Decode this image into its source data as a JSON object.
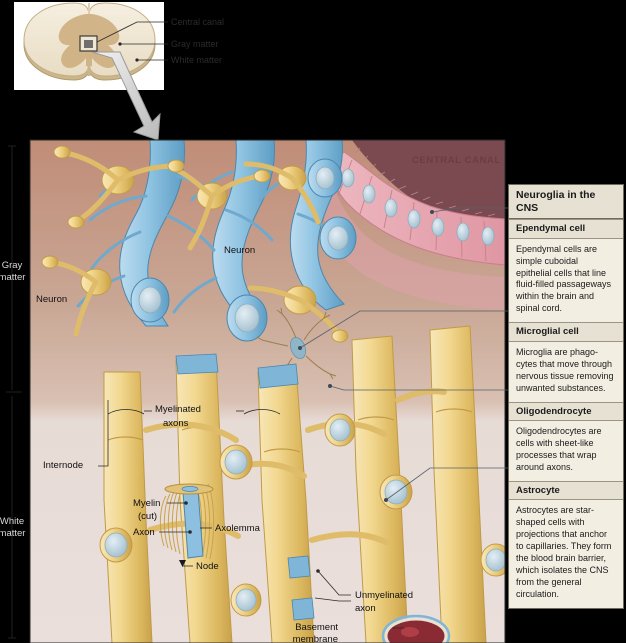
{
  "figure": {
    "background_color": "#000000",
    "title_caps": "CENTRAL CANAL"
  },
  "inset": {
    "name": "spinal-cord-cross-section",
    "labels": [
      {
        "text": "Central canal"
      },
      {
        "text": "Gray matter"
      },
      {
        "text": "White matter"
      }
    ]
  },
  "side_brackets": [
    {
      "line1": "Gray",
      "line2": "matter"
    },
    {
      "line1": "White",
      "line2": "matter"
    }
  ],
  "main_labels": {
    "central_canal": "CENTRAL CANAL",
    "neuron_1": "Neuron",
    "neuron_2": "Neuron",
    "myelinated_axons_l1": "Myelinated",
    "myelinated_axons_l2": "axons",
    "internode": "Internode",
    "myelin_l1": "Myelin",
    "myelin_l2": "(cut)",
    "axon": "Axon",
    "axolemma": "Axolemma",
    "node": "Node",
    "unmyelinated_l1": "Unmyelinated",
    "unmyelinated_l2": "axon",
    "basement_l1": "Basement",
    "basement_l2": "membrane"
  },
  "legend": {
    "title": "Neuroglia in the CNS",
    "sections": [
      {
        "heading": "Ependymal cell",
        "body": "Ependymal cells are simple cuboidal epithelial cells that line fluid-filled passageways within the brain and spinal cord."
      },
      {
        "heading": "Microglial cell",
        "body": "Microglia are phago-cytes that move through nervous tissue removing unwanted substances."
      },
      {
        "heading": "Oligodendrocyte",
        "body": "Oligodendrocytes are cells with sheet-like processes that wrap around axons."
      },
      {
        "heading": "Astrocyte",
        "body": "Astrocytes are star-shaped cells with projections that anchor to capillaries. They form the blood brain barrier, which isolates the CNS from the general circulation."
      }
    ]
  },
  "colors": {
    "gray_matter_bg": "#c9a795",
    "white_matter_bg": "#e7dbd6",
    "ependymal_pink": "#e8a9b2",
    "canal_lumen": "#7b4a50",
    "neuron_blue": "#8ec3e0",
    "glia_yellow": "#f0d58e",
    "nucleus_blue": "#bcd5e2",
    "legend_bg": "#f2eee2",
    "legend_head_bg": "#e6e1d2",
    "capillary_red": "#8a2b33"
  }
}
